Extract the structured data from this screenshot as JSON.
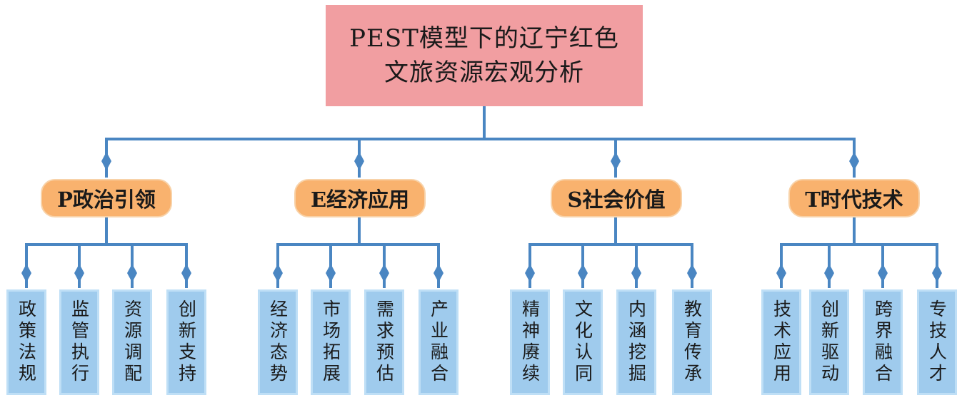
{
  "title_lines": [
    "PEST模型下的辽宁红色",
    "文旅资源宏观分析"
  ],
  "colors": {
    "connector": "#4a86c2",
    "root_fill": "#f19ea1",
    "category_fill": "#f9b26e",
    "leaf_fill": "#9fcbed"
  },
  "categories": [
    {
      "label": "P政治引领",
      "items": [
        "政策法规",
        "监管执行",
        "资源调配",
        "创新支持"
      ]
    },
    {
      "label": "E经济应用",
      "items": [
        "经济态势",
        "市场拓展",
        "需求预估",
        "产业融合"
      ]
    },
    {
      "label": "S社会价值",
      "items": [
        "精神赓续",
        "文化认同",
        "内涵挖掘",
        "教育传承"
      ]
    },
    {
      "label": "T时代技术",
      "items": [
        "技术应用",
        "创新驱动",
        "跨界融合",
        "专技人才"
      ]
    }
  ]
}
